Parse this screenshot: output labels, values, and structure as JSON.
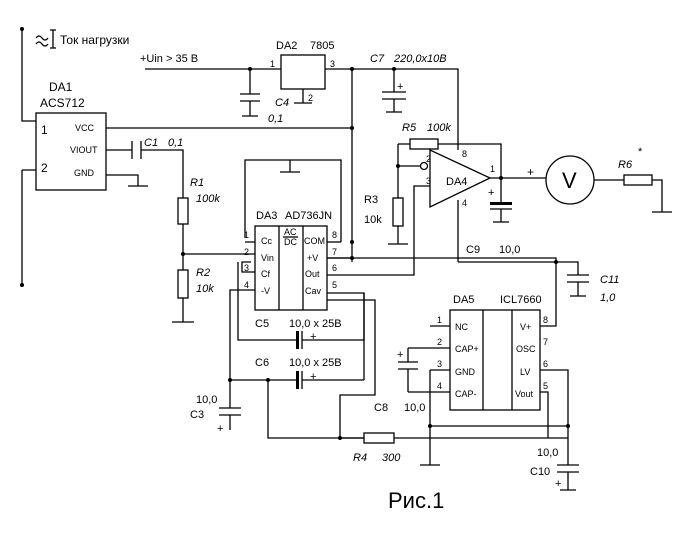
{
  "title": "Рис.1",
  "load_current_label": "Ток нагрузки",
  "input_voltage_label": "+Uin > 35 В",
  "components": {
    "da1": {
      "ref": "DA1",
      "part": "ACS712",
      "pin1": "1",
      "pin2": "2",
      "pins": [
        "VCC",
        "VIOUT",
        "GND"
      ]
    },
    "da2": {
      "ref": "DA2",
      "part": "7805",
      "pin1": "1",
      "pin2": "2",
      "pin3": "3"
    },
    "da3": {
      "ref": "DA3",
      "part": "AD736JN",
      "pins_left": [
        "Cc",
        "Vin",
        "Cf",
        "-V"
      ],
      "pin_nums_left": [
        "1",
        "2",
        "3",
        "4"
      ],
      "pins_right": [
        "COM",
        "+V",
        "Out",
        "Cav"
      ],
      "pin_nums_right": [
        "8",
        "7",
        "6",
        "5"
      ],
      "acdc_top": "AC",
      "acdc_bottom": "DC"
    },
    "da4": {
      "ref": "DA4",
      "pins": [
        "2",
        "3",
        "8",
        "1",
        "4"
      ],
      "minus": "−",
      "plus": "+"
    },
    "da5": {
      "ref": "DA5",
      "part": "ICL7660",
      "pins_left": [
        "NC",
        "CAP+",
        "GND",
        "CAP-"
      ],
      "pin_nums_left": [
        "1",
        "2",
        "3",
        "4"
      ],
      "pins_right": [
        "V+",
        "OSC",
        "LV",
        "Vout"
      ],
      "pin_nums_right": [
        "8",
        "7",
        "6",
        "5"
      ]
    },
    "c1": {
      "ref": "C1",
      "value": "0,1"
    },
    "c3": {
      "ref": "C3",
      "value": "10,0"
    },
    "c4": {
      "ref": "C4",
      "value": "0,1"
    },
    "c5": {
      "ref": "C5",
      "value": "10,0 x 25В"
    },
    "c6": {
      "ref": "C6",
      "value": "10,0 x 25В"
    },
    "c7": {
      "ref": "C7",
      "value": "220,0x10В"
    },
    "c8": {
      "ref": "C8",
      "value": "10,0"
    },
    "c9": {
      "ref": "C9",
      "value": "10,0"
    },
    "c10": {
      "ref": "C10",
      "value": "10,0"
    },
    "c11": {
      "ref": "C11",
      "value": "1,0"
    },
    "r1": {
      "ref": "R1",
      "value": "100k"
    },
    "r2": {
      "ref": "R2",
      "value": "10k"
    },
    "r3": {
      "ref": "R3",
      "value": "10k"
    },
    "r4": {
      "ref": "R4",
      "value": "300"
    },
    "r5": {
      "ref": "R5",
      "value": "100k"
    },
    "r6": {
      "ref": "R6",
      "mark": "*"
    },
    "voltmeter": {
      "symbol": "V",
      "plus": "+"
    },
    "polarity_plus": "+"
  }
}
